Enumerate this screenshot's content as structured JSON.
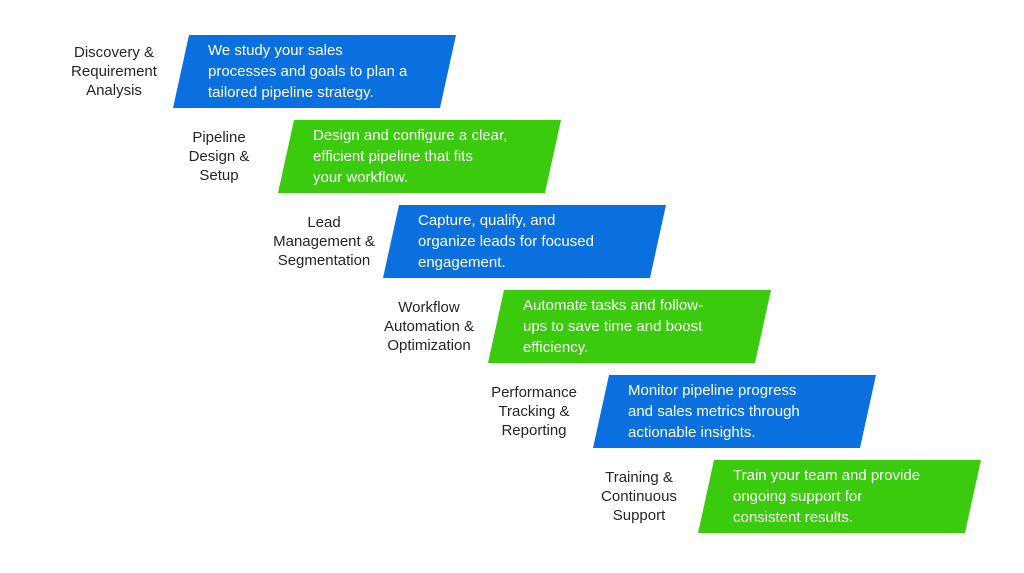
{
  "diagram": {
    "kind": "staircase-process",
    "background": "#ffffff"
  },
  "colors": {
    "blue": "#0a70e0",
    "green": "#3acc0c",
    "label_text": "#262626",
    "shape_text": "#ffffff"
  },
  "steps": [
    {
      "label": "Discovery &\nRequirement\nAnalysis",
      "description": "We study your sales\nprocesses and goals to plan a\ntailored pipeline strategy.",
      "color": "#0a70e0"
    },
    {
      "label": "Pipeline\nDesign &\nSetup",
      "description": "Design and configure a clear,\nefficient pipeline that fits\nyour workflow.",
      "color": "#3acc0c"
    },
    {
      "label": "Lead\nManagement &\nSegmentation",
      "description": "Capture, qualify, and\norganize leads for focused\nengagement.",
      "color": "#0a70e0"
    },
    {
      "label": "Workflow\nAutomation &\nOptimization",
      "description": "Automate tasks and follow-\nups to save time and boost\nefficiency.",
      "color": "#3acc0c"
    },
    {
      "label": "Performance\nTracking &\nReporting",
      "description": "Monitor pipeline progress\nand sales metrics through\nactionable insights.",
      "color": "#0a70e0"
    },
    {
      "label": "Training &\nContinuous\nSupport",
      "description": "Train your team and provide\nongoing support for\nconsistent results.",
      "color": "#3acc0c"
    }
  ]
}
